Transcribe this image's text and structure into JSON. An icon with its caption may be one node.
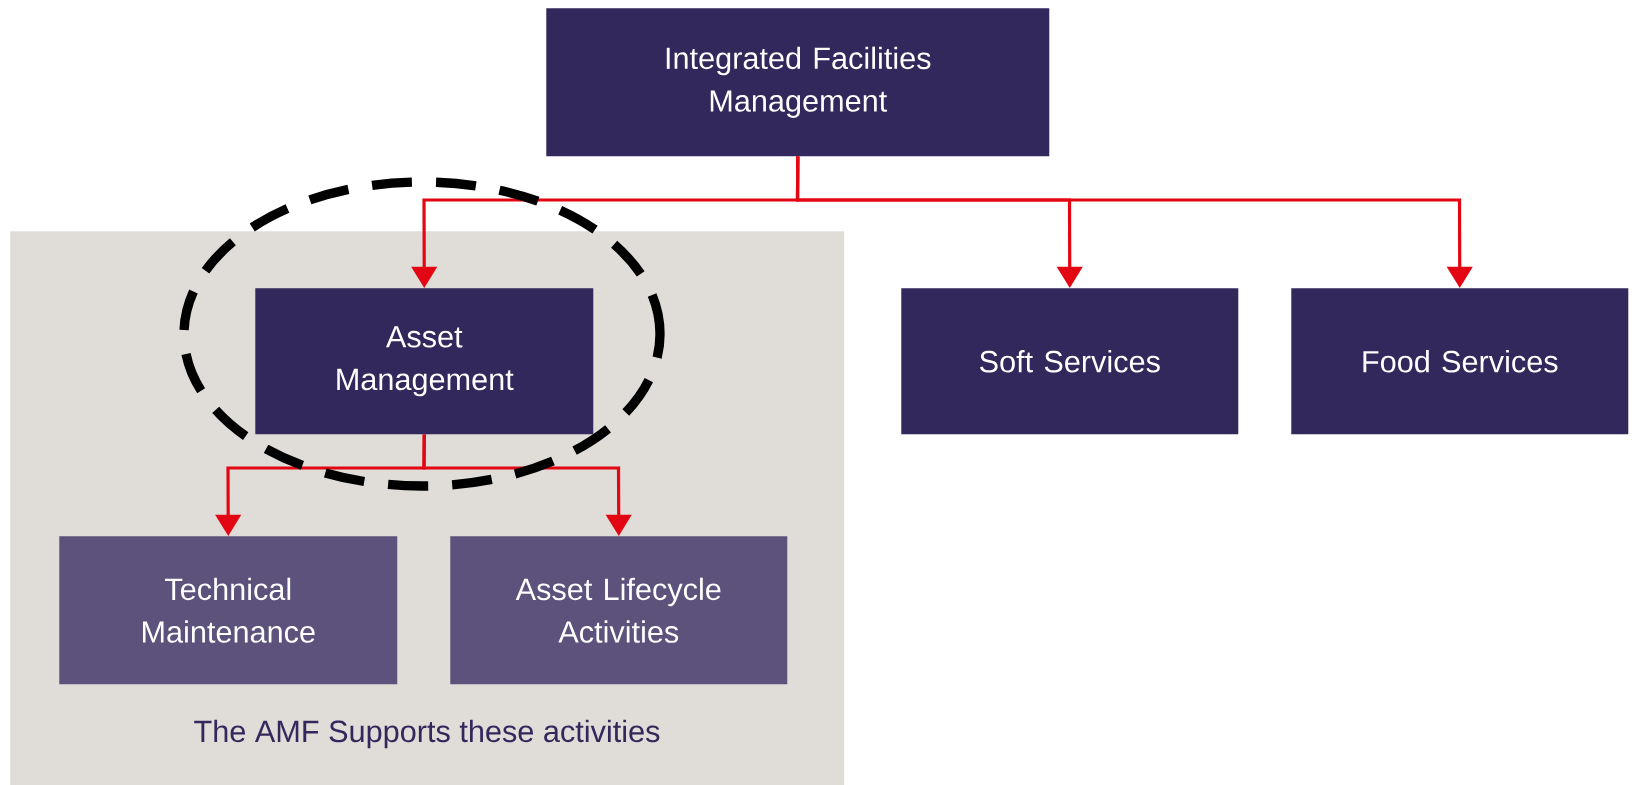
{
  "diagram": {
    "nodes": [
      {
        "text": [
          "Integrated Facilities Management"
        ]
      },
      {
        "text": [
          "The AMF Supports these activities"
        ]
      },
      {
        "text": [
          "Asset Management"
        ],
        "in": 1
      },
      {
        "text": [
          "Soft Services"
        ]
      },
      {
        "text": [
          "Food Services"
        ]
      },
      {
        "text": [
          "Technical Maintenance"
        ],
        "in": 1
      },
      {
        "text": [
          "Asset Lifecycle Activities"
        ],
        "in": 1
      }
    ],
    "edges": [
      {
        "from": 0,
        "to": 2,
        "arrow": "to"
      },
      {
        "from": 0,
        "to": 3,
        "arrow": "to"
      },
      {
        "from": 0,
        "to": 4,
        "arrow": "to"
      },
      {
        "from": 2,
        "to": 5,
        "arrow": "to"
      },
      {
        "from": 2,
        "to": 6,
        "arrow": "to"
      }
    ]
  }
}
